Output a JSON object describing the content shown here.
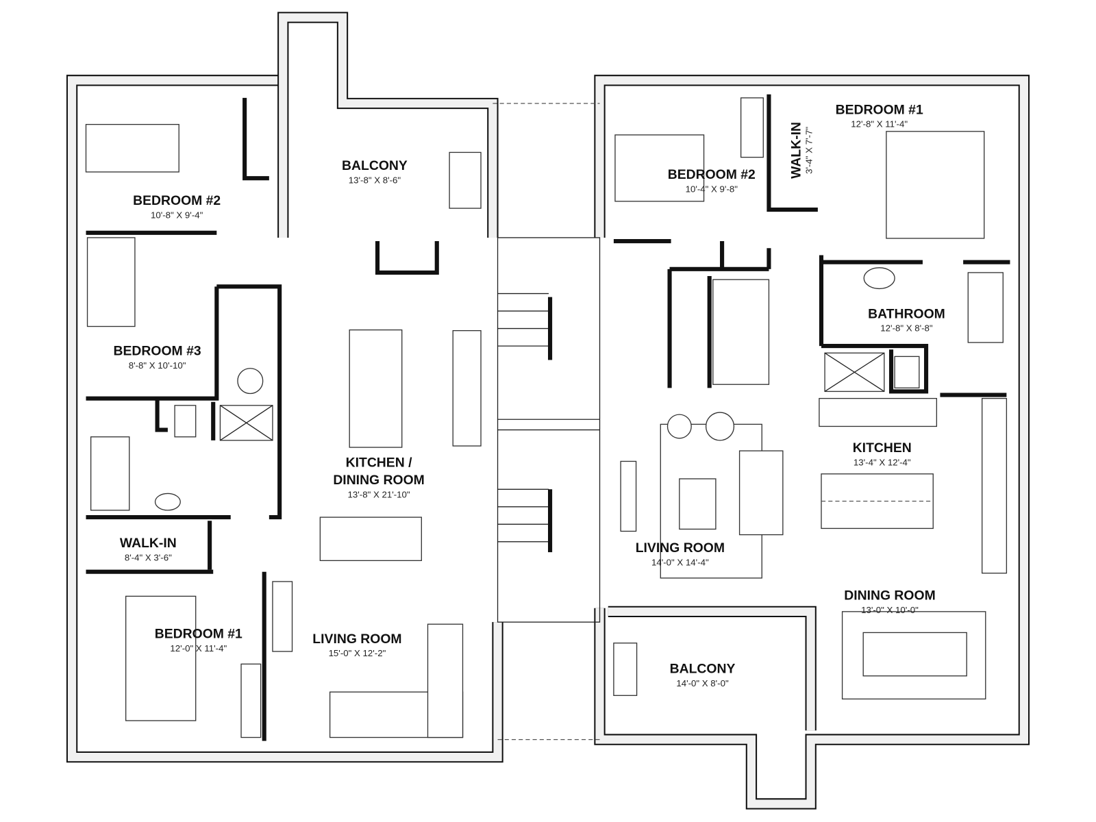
{
  "left_unit": {
    "bedroom2": {
      "name": "BEDROOM #2",
      "size": "10'-8\" X 9'-4\""
    },
    "balcony": {
      "name": "BALCONY",
      "size": "13'-8\" X 8'-6\""
    },
    "bedroom3": {
      "name": "BEDROOM #3",
      "size": "8'-8\" X 10'-10\""
    },
    "kitchen": {
      "name_line1": "KITCHEN /",
      "name_line2": "DINING ROOM",
      "size": "13'-8\" X 21'-10\""
    },
    "walkin": {
      "name": "WALK-IN",
      "size": "8'-4\" X 3'-6\""
    },
    "bedroom1": {
      "name": "BEDROOM #1",
      "size": "12'-0\" X 11'-4\""
    },
    "living": {
      "name": "LIVING ROOM",
      "size": "15'-0\" X 12'-2\""
    }
  },
  "right_unit": {
    "bedroom2": {
      "name": "BEDROOM #2",
      "size": "10'-4\" X 9'-8\""
    },
    "walkin": {
      "name": "WALK-IN",
      "size": "3'-4\" X 7'-7\""
    },
    "bedroom1": {
      "name": "BEDROOM #1",
      "size": "12'-8\" X 11'-4\""
    },
    "bathroom": {
      "name": "BATHROOM",
      "size": "12'-8\" X 8'-8\""
    },
    "kitchen": {
      "name": "KITCHEN",
      "size": "13'-4\" X 12'-4\""
    },
    "living": {
      "name": "LIVING ROOM",
      "size": "14'-0\" X 14'-4\""
    },
    "dining": {
      "name": "DINING ROOM",
      "size": "13'-0\" X 10'-0\""
    },
    "balcony": {
      "name": "BALCONY",
      "size": "14'-0\" X 8'-0\""
    }
  }
}
